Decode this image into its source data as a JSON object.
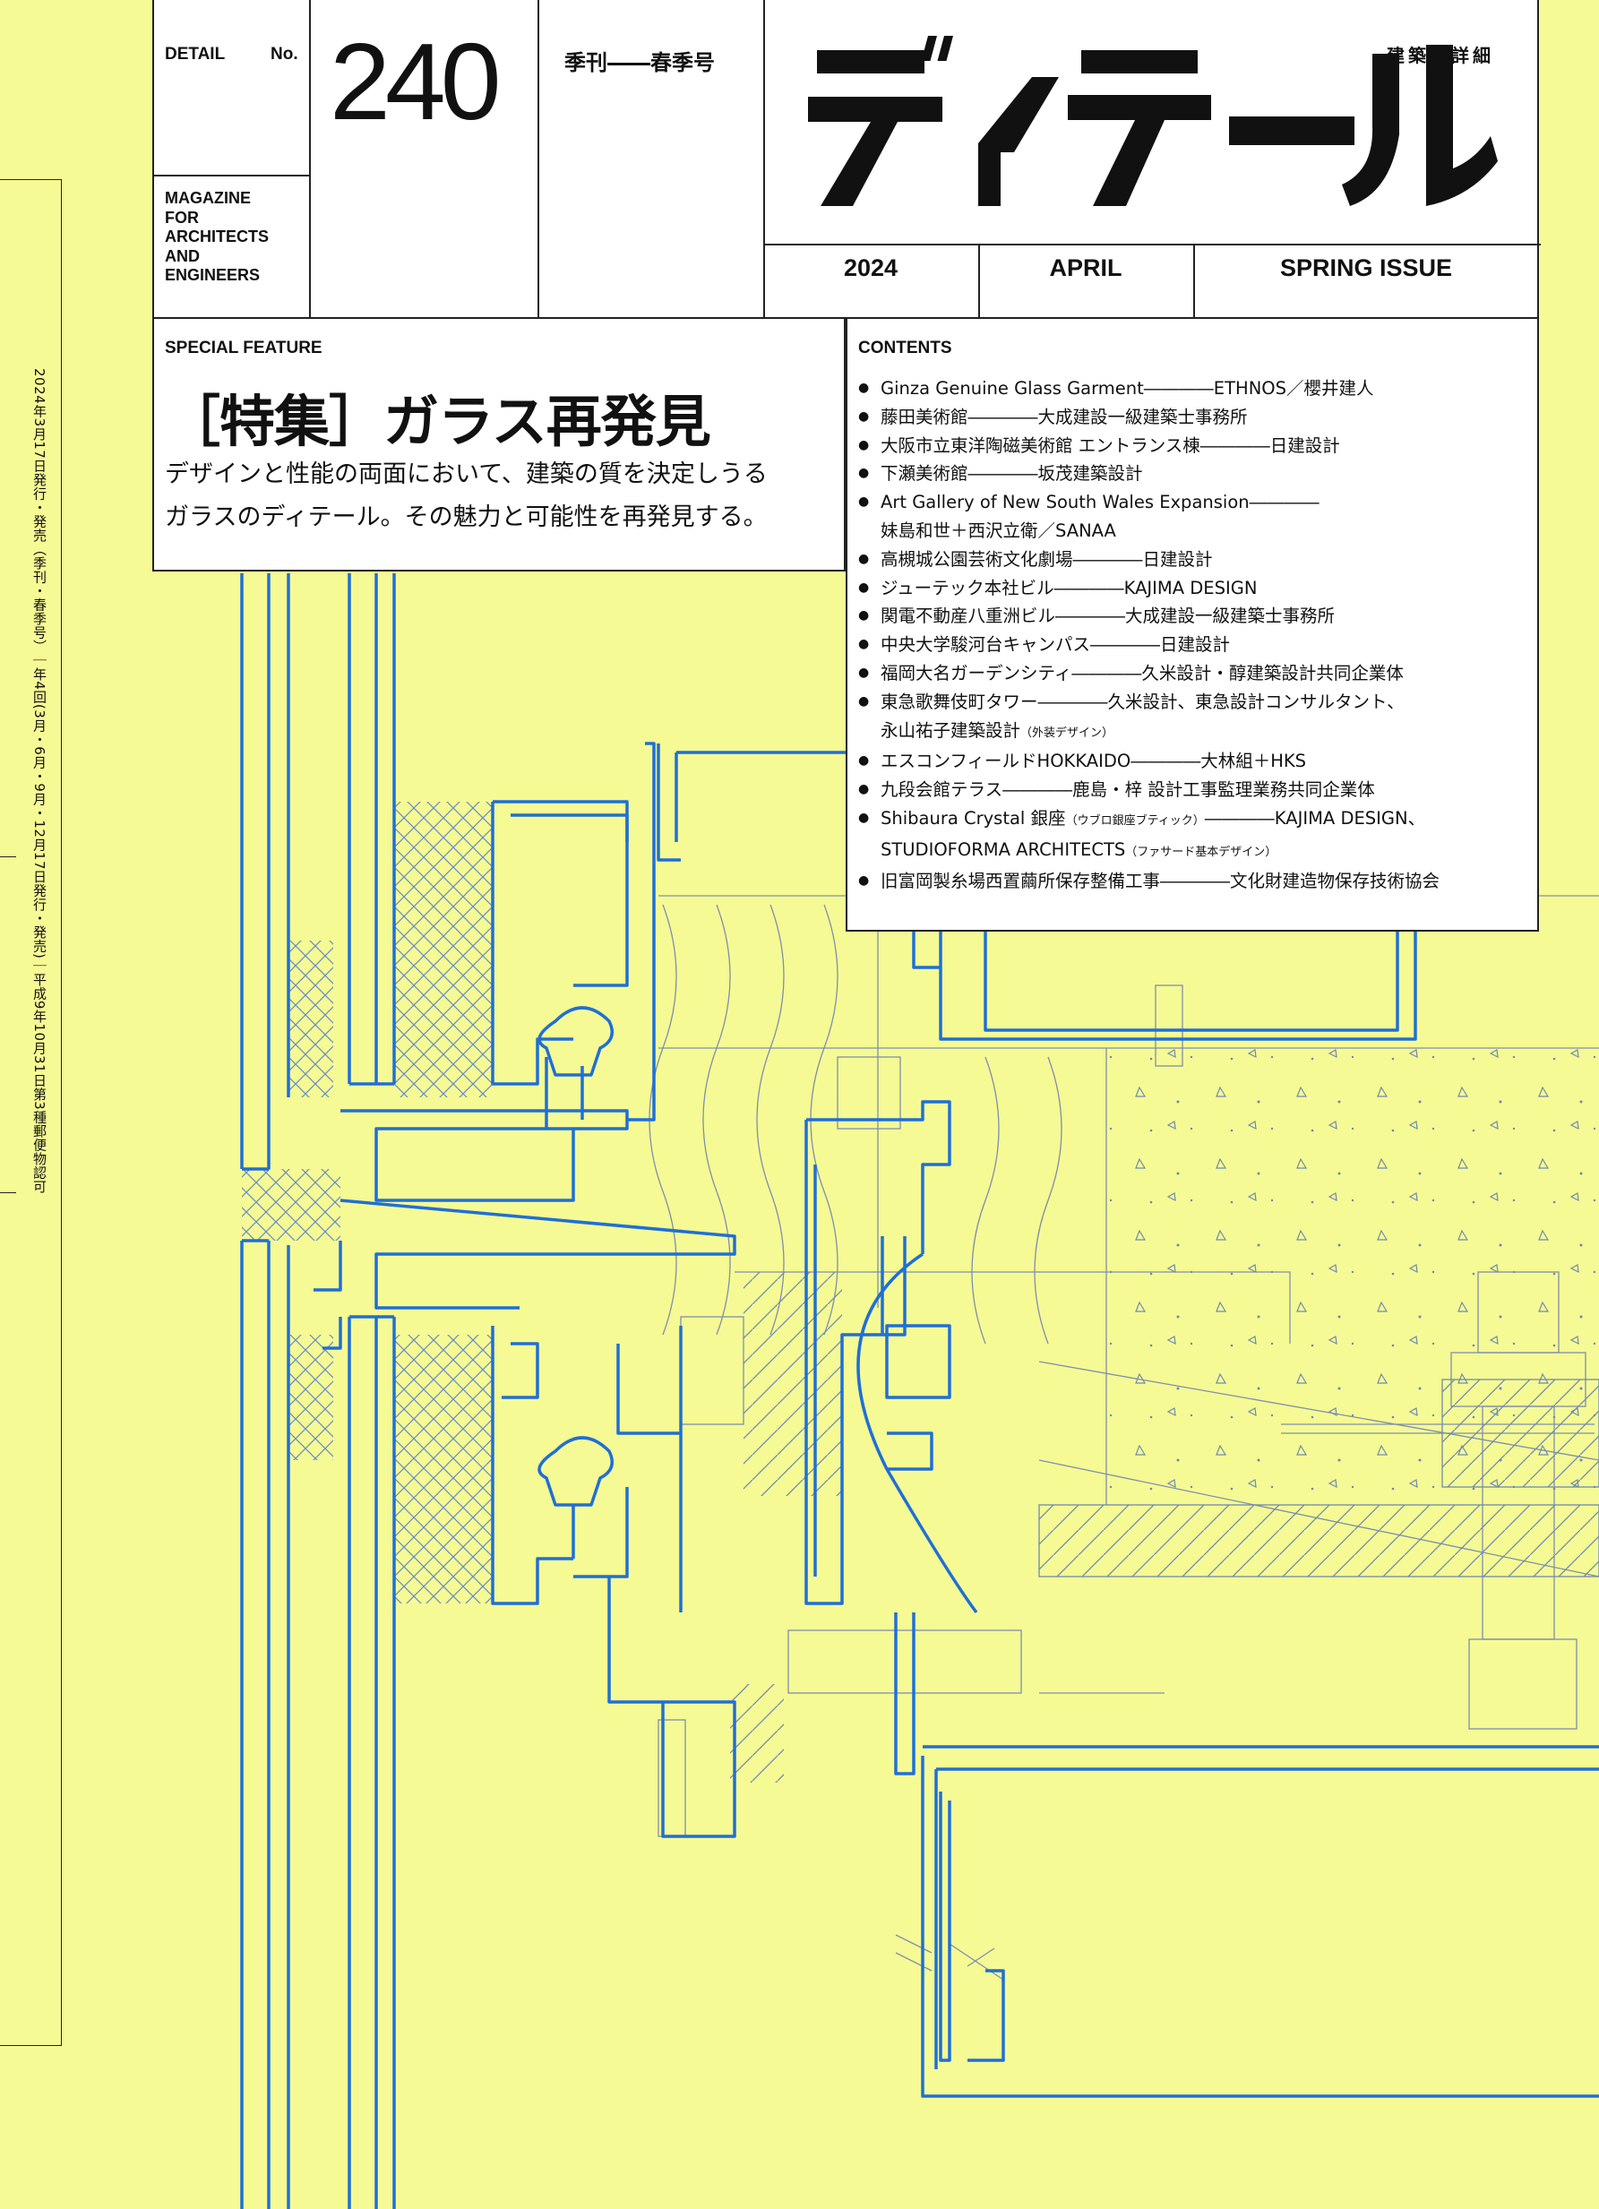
{
  "colors": {
    "background": "#f6fa94",
    "drawing_line": "#1f6fd6",
    "ink": "#111111",
    "panel": "#ffffff"
  },
  "spine": {
    "text": "2024年3月17日発行・発売（季刊・春季号）｜年4回(3月・6月・9月・12月17日発行・発売)｜平成9年10月31日第3種郵便物認可"
  },
  "header": {
    "detail_label": "DETAIL",
    "no_label": "No.",
    "issue_number": "240",
    "tagline_lines": [
      "MAGAZINE",
      "FOR",
      "ARCHITECTS",
      "AND",
      "ENGINEERS"
    ],
    "quarterly": "季刊――春季号",
    "logo_subtitle": "建築の詳細",
    "logo": "ディテール",
    "year": "2024",
    "month": "APRIL",
    "season": "SPRING ISSUE"
  },
  "feature": {
    "label": "SPECIAL FEATURE",
    "title": "［特集］ガラス再発見",
    "description_lines": [
      "デザインと性能の両面において、建築の質を決定しうる",
      "ガラスのディテール。その魅力と可能性を再発見する。"
    ]
  },
  "contents": {
    "label": "CONTENTS",
    "items": [
      {
        "text": "Ginza Genuine Glass Garment――――ETHNOS／櫻井建人",
        "bullet": true
      },
      {
        "text": "藤田美術館――――大成建設一級建築士事務所",
        "bullet": true
      },
      {
        "text": "大阪市立東洋陶磁美術館 エントランス棟――――日建設計",
        "bullet": true
      },
      {
        "text": "下瀬美術館――――坂茂建築設計",
        "bullet": true
      },
      {
        "text": "Art Gallery of New South Wales Expansion――――",
        "bullet": true
      },
      {
        "text": "妹島和世＋西沢立衛／SANAA",
        "bullet": false
      },
      {
        "text": "高槻城公園芸術文化劇場――――日建設計",
        "bullet": true
      },
      {
        "text": "ジューテック本社ビル――――KAJIMA DESIGN",
        "bullet": true
      },
      {
        "text": "関電不動産八重洲ビル――――大成建設一級建築士事務所",
        "bullet": true
      },
      {
        "text": "中央大学駿河台キャンパス――――日建設計",
        "bullet": true
      },
      {
        "text": "福岡大名ガーデンシティ――――久米設計・醇建築設計共同企業体",
        "bullet": true
      },
      {
        "text": "東急歌舞伎町タワー――――久米設計、東急設計コンサルタント、",
        "bullet": true
      },
      {
        "text": "永山祐子建築設計",
        "sub": "（外装デザイン）",
        "bullet": false
      },
      {
        "text": "エスコンフィールドHOKKAIDO――――大林組＋HKS",
        "bullet": true
      },
      {
        "text": "九段会館テラス――――鹿島・梓 設計工事監理業務共同企業体",
        "bullet": true
      },
      {
        "text": "Shibaura Crystal 銀座",
        "sub": "（ウブロ銀座ブティック）",
        "text2": "――――KAJIMA DESIGN、",
        "bullet": true
      },
      {
        "text": "STUDIOFORMA ARCHITECTS",
        "sub": "（ファサード基本デザイン）",
        "bullet": false
      },
      {
        "text": "旧富岡製糸場西置繭所保存整備工事――――文化財建造物保存技術協会",
        "bullet": true
      }
    ]
  }
}
